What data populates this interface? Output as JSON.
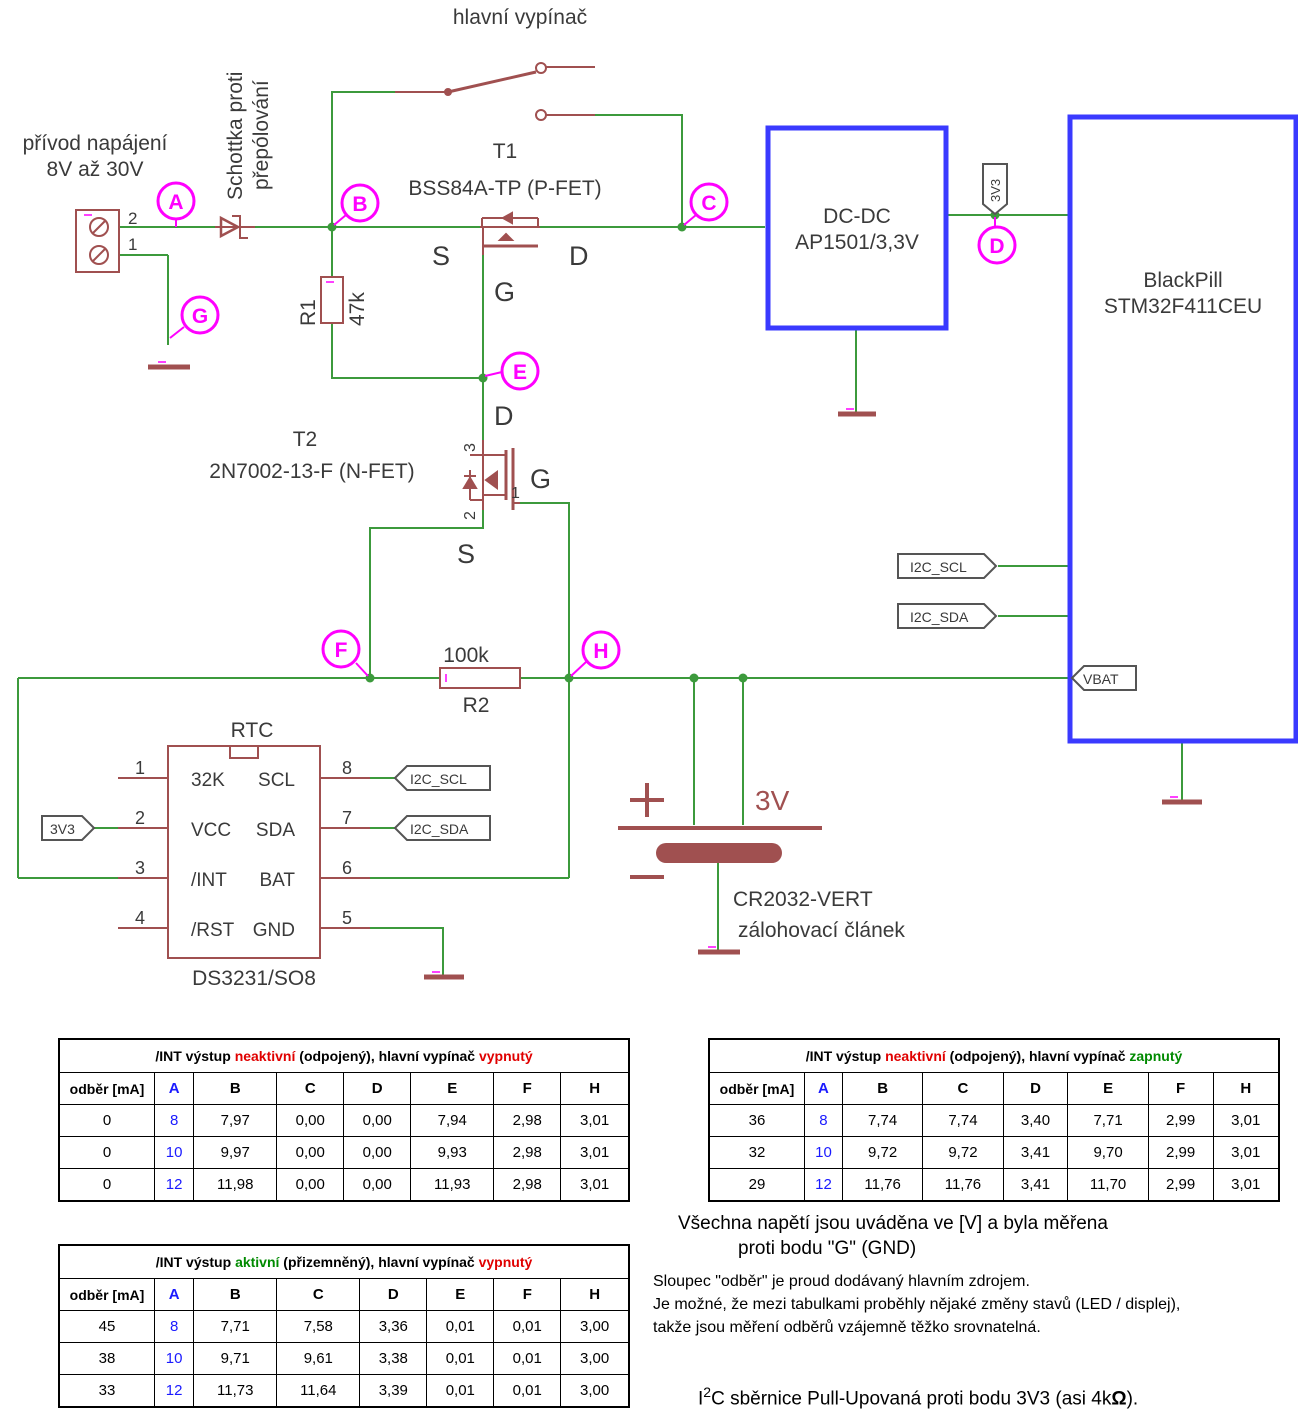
{
  "labels": {
    "main_switch": "hlavní vypínač",
    "power_in_1": "přívod napájení",
    "power_in_2": "8V až 30V",
    "schottky_1": "Schottka proti",
    "schottky_2": "přepólování",
    "t1_name": "T1",
    "t1_part": "BSS84A-TP (P-FET)",
    "t2_name": "T2",
    "t2_part": "2N7002-13-F (N-FET)",
    "r1_name": "R1",
    "r1_value": "47k",
    "r2_name": "R2",
    "r2_value": "100k",
    "dcdc_1": "DC-DC",
    "dcdc_2": "AP1501/3,3V",
    "mcu_1": "BlackPill",
    "mcu_2": "STM32F411CEU",
    "rtc_title": "RTC",
    "rtc_part": "DS3231/SO8",
    "battery_voltage": "3V",
    "battery_part": "CR2032-VERT",
    "battery_desc": "zálohovací článek",
    "pin_s": "S",
    "pin_d": "D",
    "pin_g": "G",
    "plus": "+",
    "term_pin2": "2",
    "term_pin1": "1",
    "t2_pin3": "3",
    "t2_pin2": "2",
    "t2_pin1": "1"
  },
  "rtc_pins": {
    "left": [
      {
        "num": "1",
        "name": "32K"
      },
      {
        "num": "2",
        "name": "VCC"
      },
      {
        "num": "3",
        "name": "/INT"
      },
      {
        "num": "4",
        "name": "/RST"
      }
    ],
    "right": [
      {
        "num": "8",
        "name": "SCL"
      },
      {
        "num": "7",
        "name": "SDA"
      },
      {
        "num": "6",
        "name": "BAT"
      },
      {
        "num": "5",
        "name": "GND"
      }
    ]
  },
  "net_labels": {
    "i2c_scl": "I2C_SCL",
    "i2c_sda": "I2C_SDA",
    "vbat": "VBAT",
    "v3v3": "3V3"
  },
  "points": [
    "A",
    "B",
    "C",
    "D",
    "E",
    "F",
    "G",
    "H"
  ],
  "colors": {
    "wire": "#3c9a3c",
    "part": "#a05050",
    "block": "#3a3aff",
    "marker": "#ff00ff",
    "pin": "#ff40ff"
  },
  "tables": [
    {
      "title_prefix": "/INT výstup ",
      "title_state": "neaktivní",
      "title_state_color": "red",
      "title_mid": " (odpojený), hlavní vypínač ",
      "title_switch": "vypnutý",
      "title_switch_color": "red",
      "headers": [
        "odběr [mA]",
        "A",
        "B",
        "C",
        "D",
        "E",
        "F",
        "H"
      ],
      "rows": [
        [
          "0",
          "8",
          "7,97",
          "0,00",
          "0,00",
          "7,94",
          "2,98",
          "3,01"
        ],
        [
          "0",
          "10",
          "9,97",
          "0,00",
          "0,00",
          "9,93",
          "2,98",
          "3,01"
        ],
        [
          "0",
          "12",
          "11,98",
          "0,00",
          "0,00",
          "11,93",
          "2,98",
          "3,01"
        ]
      ]
    },
    {
      "title_prefix": "/INT výstup ",
      "title_state": "neaktivní",
      "title_state_color": "red",
      "title_mid": " (odpojený), hlavní vypínač ",
      "title_switch": "zapnutý",
      "title_switch_color": "green",
      "headers": [
        "odběr [mA]",
        "A",
        "B",
        "C",
        "D",
        "E",
        "F",
        "H"
      ],
      "rows": [
        [
          "36",
          "8",
          "7,74",
          "7,74",
          "3,40",
          "7,71",
          "2,99",
          "3,01"
        ],
        [
          "32",
          "10",
          "9,72",
          "9,72",
          "3,41",
          "9,70",
          "2,99",
          "3,01"
        ],
        [
          "29",
          "12",
          "11,76",
          "11,76",
          "3,41",
          "11,70",
          "2,99",
          "3,01"
        ]
      ]
    },
    {
      "title_prefix": "/INT výstup ",
      "title_state": "aktivní",
      "title_state_color": "green",
      "title_mid": " (přizemněný), hlavní vypínač ",
      "title_switch": "vypnutý",
      "title_switch_color": "red",
      "headers": [
        "odběr [mA]",
        "A",
        "B",
        "C",
        "D",
        "E",
        "F",
        "H"
      ],
      "rows": [
        [
          "45",
          "8",
          "7,71",
          "7,58",
          "3,36",
          "0,01",
          "0,01",
          "3,00"
        ],
        [
          "38",
          "10",
          "9,71",
          "9,61",
          "3,38",
          "0,01",
          "0,01",
          "3,00"
        ],
        [
          "33",
          "12",
          "11,73",
          "11,64",
          "3,39",
          "0,01",
          "0,01",
          "3,00"
        ]
      ]
    }
  ],
  "notes": {
    "voltage_1": "Všechna napětí jsou uváděna ve [V] a byla měřena",
    "voltage_2": "proti bodu \"G\" (GND)",
    "current_1": "Sloupec \"odběr\" je proud dodávaný hlavním zdrojem.",
    "current_2": "Je možné, že mezi tabulkami proběhly nějaké změny stavů (LED / displej),",
    "current_3": "takže jsou měření odběrů vzájemně těžko srovnatelná.",
    "i2c_pre": "I",
    "i2c_sup": "2",
    "i2c_post": "C sběrnice Pull-Upovaná proti bodu 3V3 (asi 4k",
    "i2c_ohm": "Ω",
    "i2c_end": ")."
  }
}
